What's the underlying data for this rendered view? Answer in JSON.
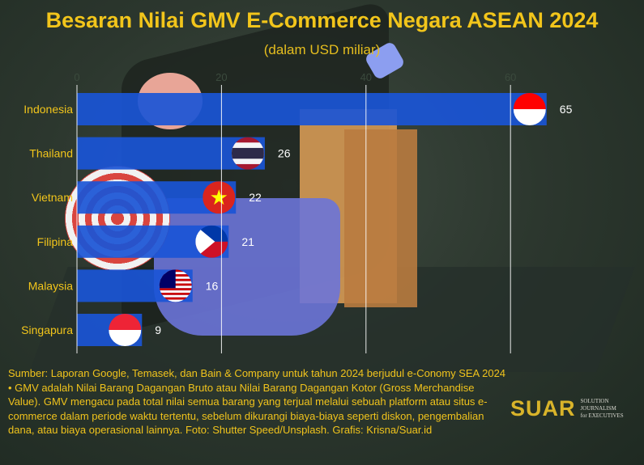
{
  "title": "Besaran Nilai GMV E-Commerce Negara ASEAN 2024",
  "subtitle": "(dalam USD miliar)",
  "chart_data": {
    "type": "bar",
    "orientation": "horizontal",
    "title": "Besaran Nilai GMV E-Commerce Negara ASEAN 2024",
    "ylabel": "",
    "xlabel": "(dalam USD miliar)",
    "categories": [
      "Indonesia",
      "Thailand",
      "Vietnam",
      "Filipina",
      "Malaysia",
      "Singapura"
    ],
    "values": [
      65,
      26,
      22,
      21,
      16,
      9
    ],
    "xlim": [
      0,
      65
    ],
    "xticks": [
      "0",
      "20",
      "40",
      "60"
    ],
    "tick_values": [
      0,
      20,
      40,
      60
    ],
    "grid": true,
    "bar_color": "#1a55d6",
    "label_color": "#f2c51b",
    "flags": [
      "flag-indonesia",
      "flag-thailand",
      "flag-vietnam",
      "flag-philippines",
      "flag-malaysia",
      "flag-singapore"
    ]
  },
  "source": "Sumber: Laporan Google, Temasek, dan Bain & Company untuk tahun 2024 berjudul e-Conomy SEA 2024 • GMV adalah Nilai Barang Dagangan Bruto atau Nilai Barang Dagangan Kotor (Gross Merchandise Value). GMV mengacu pada total nilai semua barang yang terjual melalui sebuah platform atau situs e-commerce dalam periode waktu tertentu, sebelum dikurangi biaya-biaya seperti diskon, pengembalian dana, atau biaya operasional lainnya. Foto: Shutter Speed/Unsplash. Grafis: Krisna/Suar.id",
  "logo": {
    "name": "SUAR",
    "tagline_1": "SOLUTION JOURNALISM",
    "tagline_2": "for EXECUTIVES"
  }
}
